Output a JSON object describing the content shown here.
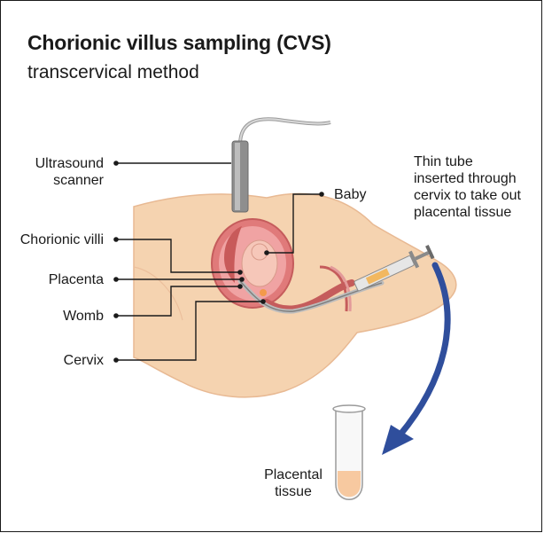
{
  "title": "Chorionic villus sampling (CVS)",
  "subtitle": "transcervical method",
  "labels": {
    "ultrasound": "Ultrasound\nscanner",
    "chorionic_villi": "Chorionic villi",
    "placenta": "Placenta",
    "womb": "Womb",
    "cervix": "Cervix",
    "baby": "Baby",
    "thin_tube": "Thin tube\ninserted through\ncervix to take out\nplacental tissue",
    "placental_tissue": "Placental\ntissue"
  },
  "colors": {
    "skin": "#f5d3b0",
    "womb": "#e07a7a",
    "placenta": "#c85a5a",
    "arrow": "#2f4e9c",
    "tissue": "#f7c9a0"
  }
}
